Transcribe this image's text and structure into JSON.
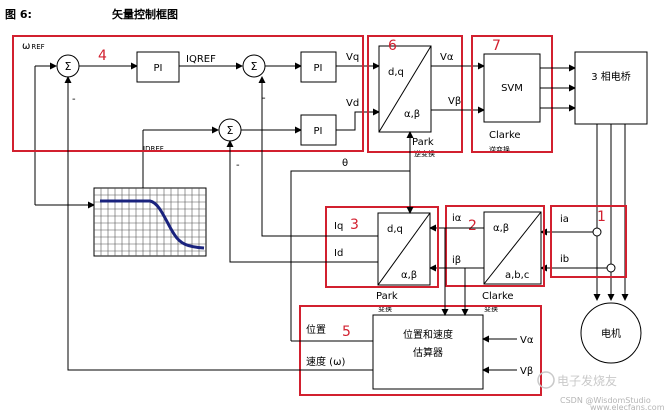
{
  "header": {
    "figure_no": "图 6:",
    "title": "矢量控制框图"
  },
  "region_labels": [
    "1",
    "2",
    "3",
    "4",
    "5",
    "6",
    "7"
  ],
  "signals": {
    "omega_ref": "ω",
    "omega_ref_sub": "REF",
    "iqref": "IQREF",
    "idref": "IDREF",
    "vq": "Vq",
    "vd": "Vd",
    "valpha_out": "Vα",
    "vbeta_out": "Vβ",
    "theta": "θ",
    "iq": "Iq",
    "id": "Id",
    "ialpha": "iα",
    "ibeta": "iβ",
    "ia": "ia",
    "ib": "ib",
    "position": "位置",
    "speed": "速度 (ω)",
    "valpha_in": "Vα",
    "vbeta_in": "Vβ"
  },
  "signs": {
    "minus": "-"
  },
  "blocks": {
    "pi": "PI",
    "sum": "Σ",
    "park_inv_top": "d,q",
    "park_inv_bottom": "α,β",
    "park_inv_caption": "Park",
    "park_inv_caption2": "逆变换",
    "svm": "SVM",
    "clarke_inv_caption": "Clarke",
    "clarke_inv_caption2": "逆变换",
    "bridge": "3 相电桥",
    "park_top": "d,q",
    "park_bottom": "α,β",
    "park_caption": "Park",
    "park_caption2": "变换",
    "clarke_top": "α,β",
    "clarke_bottom": "a,b,c",
    "clarke_caption": "Clarke",
    "clarke_caption2": "变换",
    "estimator_line1": "位置和速度",
    "estimator_line2": "估算器",
    "motor": "电机"
  },
  "watermark": {
    "brand": "电子发烧友",
    "site": "CSDN @WisdomStudio",
    "url": "www.elecfans.com"
  },
  "colors": {
    "region_border": "#d2202f",
    "weakening_curve": "#1a237e"
  }
}
